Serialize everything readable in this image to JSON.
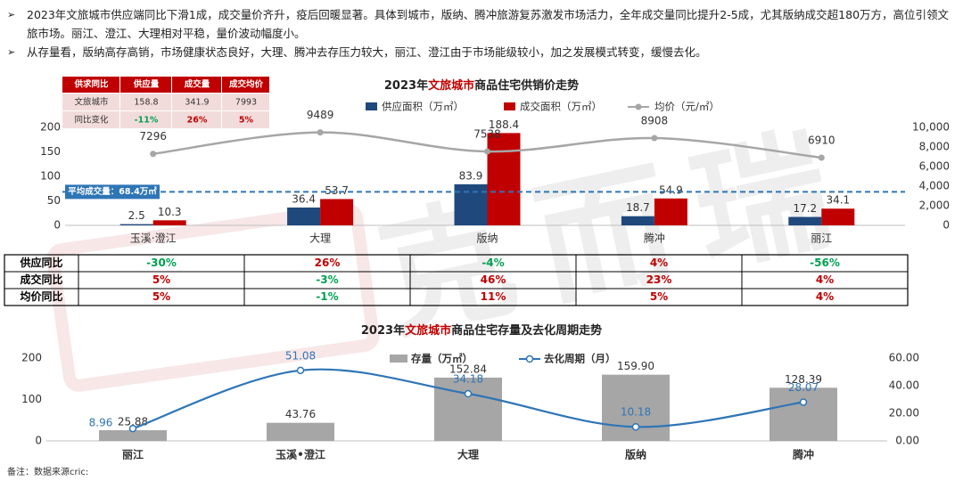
{
  "bullets": [
    "2023年文旅城市供应端同比下滑1成，成交量价齐升，疫后回暖显著。具体到城市，版纳、腾冲旅游复苏激发市场活力，全年成交量同比提升2-5成，尤其版纳成交超180万方，高位引领文旅市场。丽江、澄江、大理相对平稳，量价波动幅度小。",
    "从存量看，版纳高存高销，市场健康状态良好，大理、腾冲去存压力较大，丽江、澄江由于市场能级较小，加之发展模式转变，缓慢去化。"
  ],
  "bullet_marker": "➢",
  "summary_table": {
    "headers": [
      "供求同比",
      "供应量",
      "成交量",
      "成交均价"
    ],
    "rows": [
      [
        "文旅城市",
        "158.8",
        "341.9",
        "7993"
      ],
      [
        "同比变化",
        "-11%",
        "26%",
        "5%"
      ]
    ]
  },
  "yoy_table": {
    "rows": [
      {
        "label": "供应同比",
        "values": [
          "-30%",
          "26%",
          "-4%",
          "4%",
          "-56%"
        ]
      },
      {
        "label": "成交同比",
        "values": [
          "5%",
          "-3%",
          "46%",
          "23%",
          "4%"
        ]
      },
      {
        "label": "均价同比",
        "values": [
          "5%",
          "-1%",
          "11%",
          "5%",
          "4%"
        ]
      }
    ]
  },
  "avg_line_label": "平均成交量：68.4万㎡",
  "watermark_text": "克而瑞",
  "note": "备注：数据来源cric:",
  "colors": {
    "supply": "#1f497d",
    "deal": "#c00000",
    "price": "#a6a6a6",
    "stock": "#a6a6a6",
    "cycle": "#2e75b6",
    "pos": "#00a050",
    "neg": "#c00000",
    "avgline": "#2e75b6",
    "table_head": "#c00000",
    "table_body": "#f2dcdb"
  },
  "chart_data": [
    {
      "type": "bar",
      "title": "2023年文旅城市商品住宅供销价走势",
      "title_prefix": "2023年",
      "title_highlight": "文旅城市",
      "title_suffix": "商品住宅供销价走势",
      "categories": [
        "玉溪·澄江",
        "大理",
        "版纳",
        "腾冲",
        "丽江"
      ],
      "series": [
        {
          "name": "供应面积（万㎡）",
          "kind": "bar",
          "axis": "left",
          "values": [
            2.5,
            36.4,
            83.9,
            18.7,
            17.2
          ]
        },
        {
          "name": "成交面积（万㎡）",
          "kind": "bar",
          "axis": "left",
          "values": [
            10.3,
            53.7,
            188.4,
            54.9,
            34.1
          ]
        },
        {
          "name": "均价（元/㎡）",
          "kind": "line",
          "axis": "right",
          "values": [
            7296,
            9489,
            7538,
            8908,
            6910
          ]
        }
      ],
      "ylim": [
        0,
        200
      ],
      "yticks": [
        0,
        50,
        100,
        150,
        200
      ],
      "y2lim": [
        0,
        10000
      ],
      "y2ticks": [
        "0",
        "2,000",
        "4,000",
        "6,000",
        "8,000",
        "10,000"
      ],
      "reference_line": 68.4,
      "legend": "top-center"
    },
    {
      "type": "bar",
      "title": "2023年文旅城市商品住宅存量及去化周期走势",
      "title_prefix": "2023年",
      "title_highlight": "文旅城市",
      "title_suffix": "商品住宅存量及去化周期走势",
      "categories": [
        "丽江",
        "玉溪•澄江",
        "大理",
        "版纳",
        "腾冲"
      ],
      "series": [
        {
          "name": "存量（万㎡）",
          "kind": "bar",
          "axis": "left",
          "values": [
            25.88,
            43.76,
            152.84,
            159.9,
            128.39
          ],
          "labels": [
            "25.88",
            "43.76",
            "152.84",
            "159.90",
            "128.39"
          ]
        },
        {
          "name": "去化周期（月）",
          "kind": "line",
          "axis": "right",
          "values": [
            8.96,
            51.08,
            34.18,
            10.18,
            28.07
          ],
          "labels": [
            "8.96",
            "51.08",
            "34.18",
            "10.18",
            "28.07"
          ]
        }
      ],
      "ylim": [
        0,
        200
      ],
      "yticks": [
        0,
        100,
        200
      ],
      "y2lim": [
        0,
        60
      ],
      "y2ticks": [
        "0.00",
        "20.00",
        "40.00",
        "60.00"
      ],
      "legend": "top-center"
    }
  ]
}
